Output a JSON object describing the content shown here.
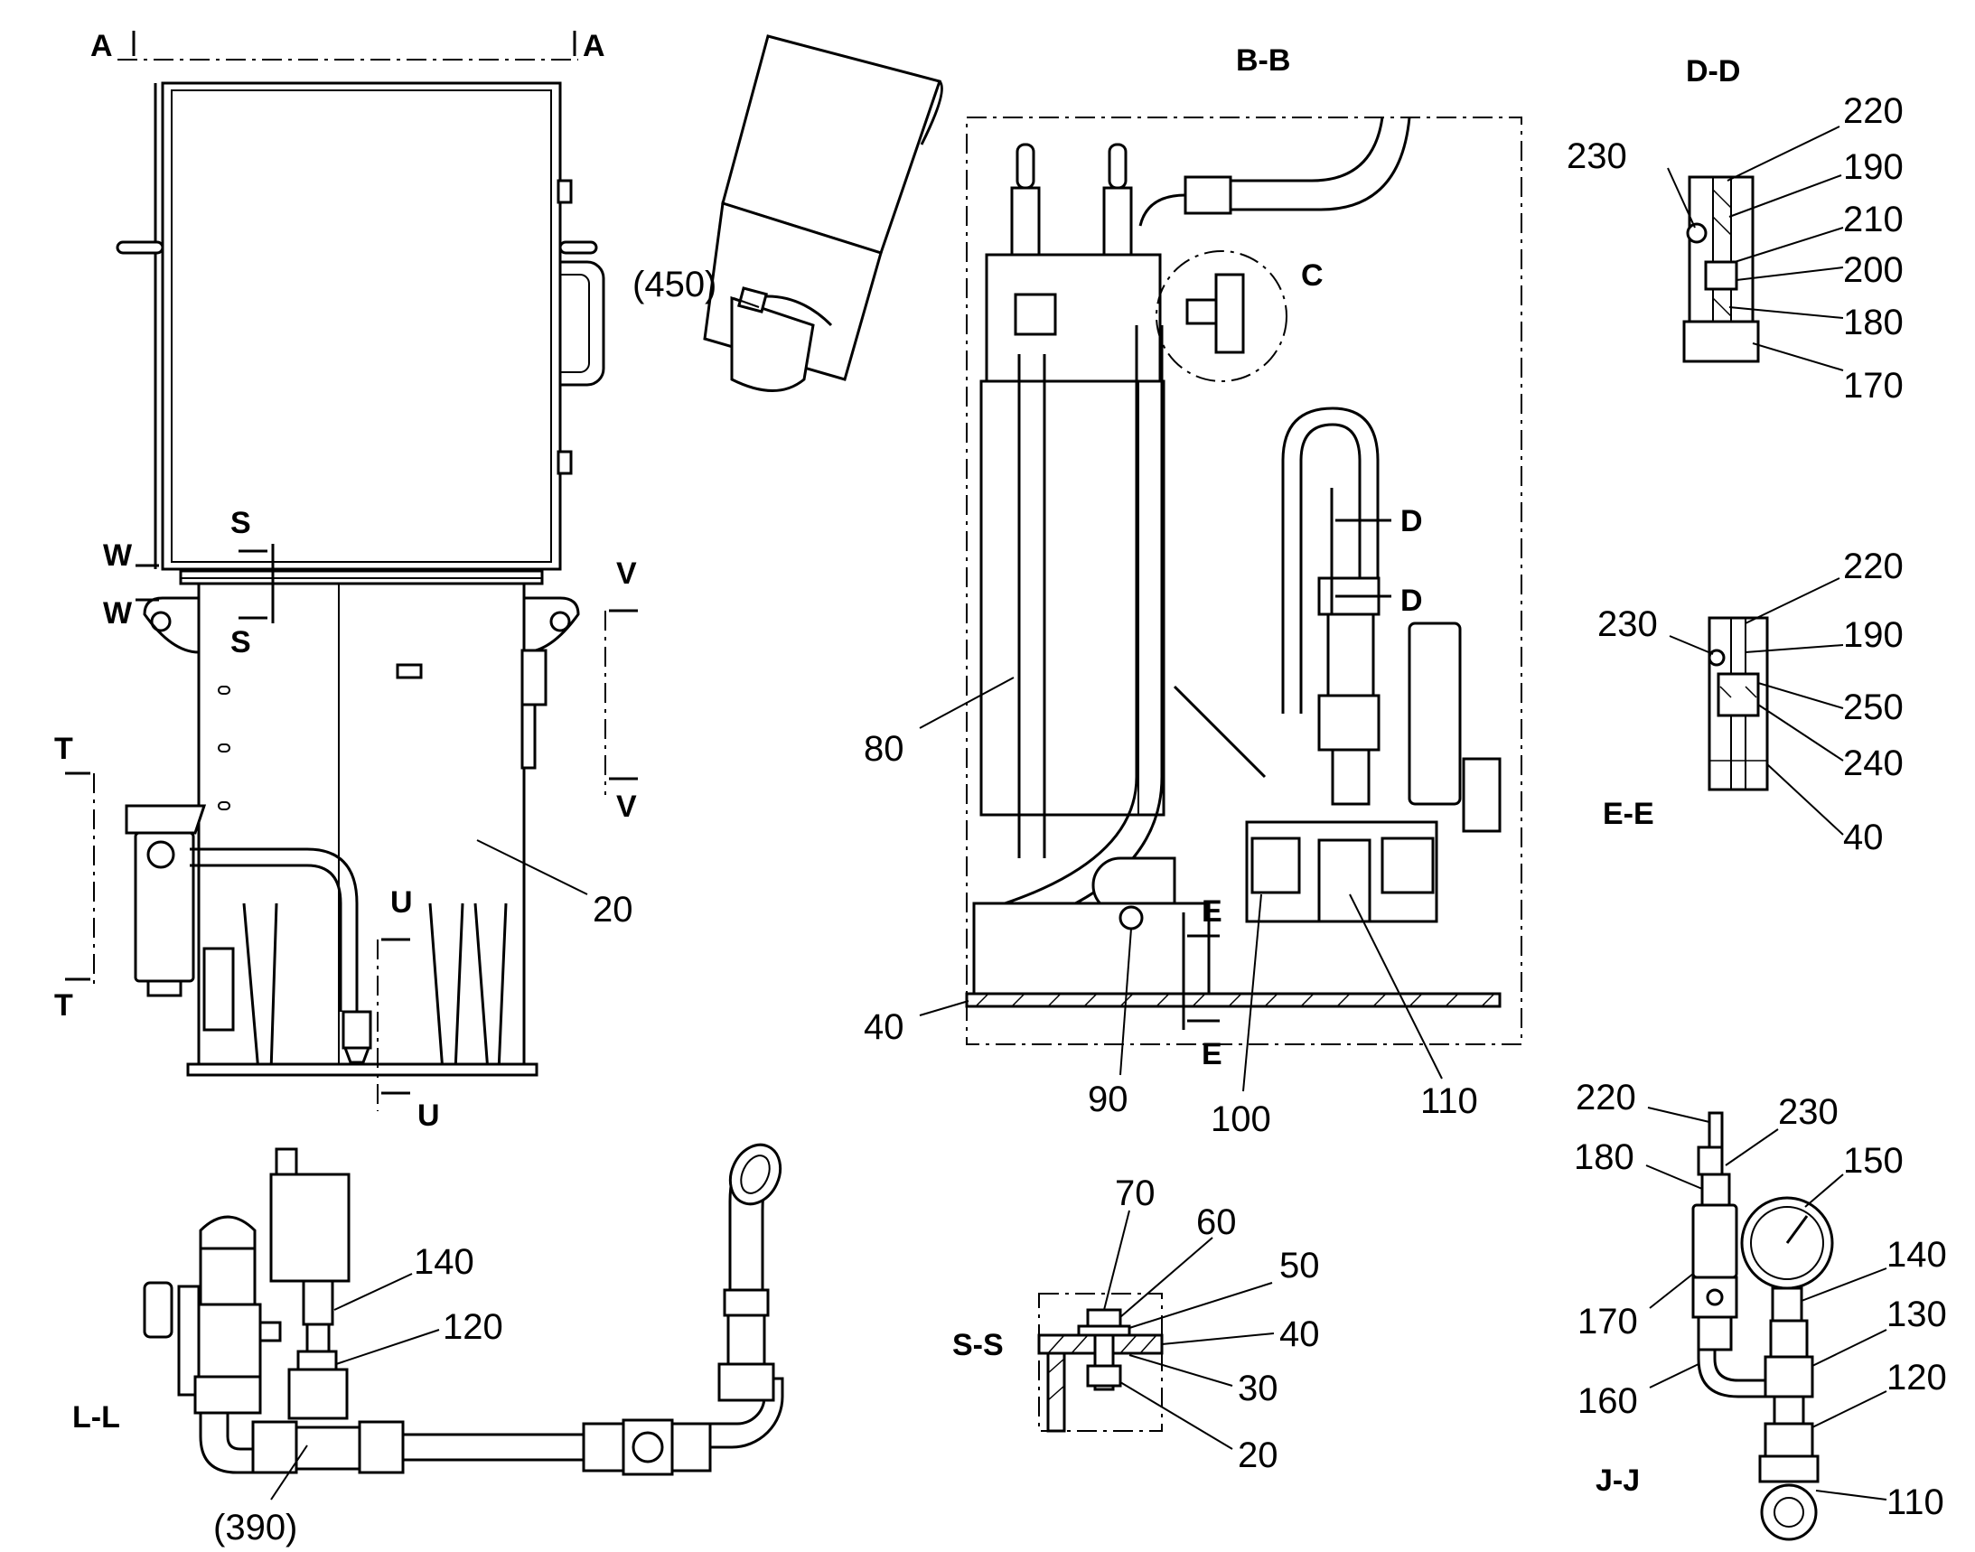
{
  "colors": {
    "ink": "#000000",
    "paper": "#ffffff"
  },
  "section_titles": {
    "bb": "B-B",
    "dd": "D-D",
    "ee": "E-E",
    "ss": "S-S",
    "jj": "J-J",
    "ll": "L-L"
  },
  "cut_marks": {
    "a": "A",
    "s": "S",
    "w": "W",
    "v": "V",
    "t": "T",
    "u": "U",
    "c": "C",
    "d": "D",
    "e": "E"
  },
  "main_view": {
    "labels": [
      "20"
    ]
  },
  "iso_view": {
    "labels": [
      "(450)"
    ]
  },
  "bb_view": {
    "labels": [
      "80",
      "40",
      "90",
      "100",
      "110"
    ]
  },
  "dd_view": {
    "labels": [
      "230",
      "220",
      "190",
      "210",
      "200",
      "180",
      "170"
    ]
  },
  "ee_view": {
    "labels": [
      "220",
      "230",
      "190",
      "250",
      "240",
      "40"
    ]
  },
  "jj_view": {
    "labels": [
      "220",
      "230",
      "180",
      "150",
      "140",
      "170",
      "130",
      "160",
      "120",
      "110"
    ]
  },
  "ss_view": {
    "labels": [
      "70",
      "60",
      "50",
      "40",
      "30",
      "20"
    ]
  },
  "ll_view": {
    "labels": [
      "140",
      "120",
      "(390)"
    ]
  }
}
